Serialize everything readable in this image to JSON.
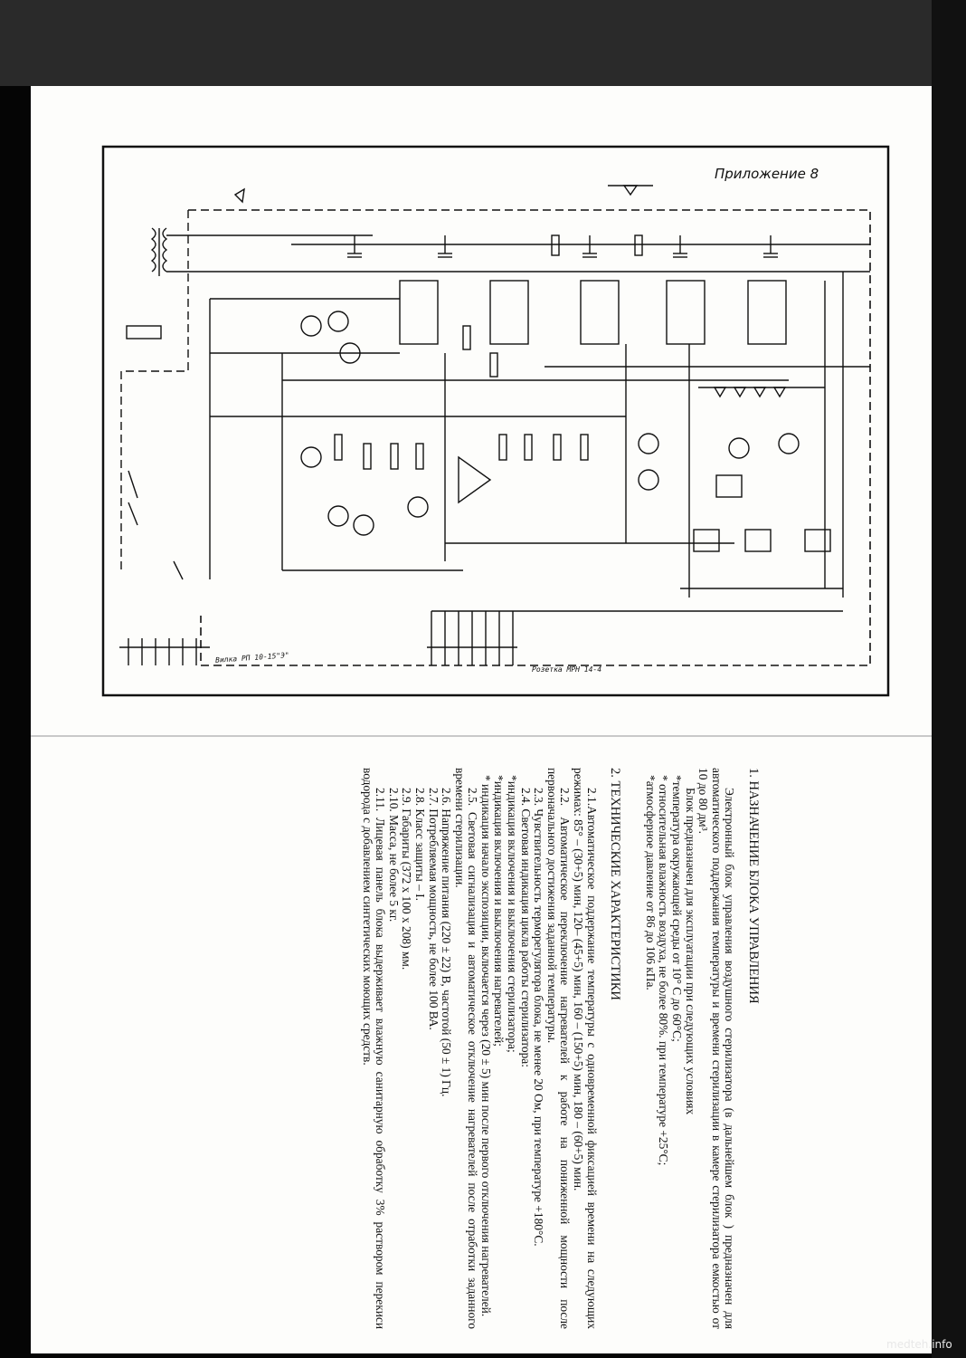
{
  "appendix_label": "Приложение 8",
  "connectors": {
    "x1": "Вилка РП 10-15\"Э\"",
    "x2": "Розетка МРН 14-4"
  },
  "section1": {
    "heading": "1. НАЗНАЧЕНИЕ БЛОКА УПРАВЛЕНИЯ",
    "para1": "Электронный блок управления воздушного стерилизатора (в дальнейшем блок ) предназначен для автоматического поддержания температуры и времени стерилизации в камере стерилизатора емкостью от 10 до 80 дм³.",
    "para2": "Блок предназначен для эксплуатации при следующих условиях",
    "cond1": "*температура окружающей среды от 10° С до 60°С;",
    "cond2": "* относительная влажность воздуха, не более 80%. при температуре +25°С;",
    "cond3": "*атмосферное давление от 86 до 106 кПа."
  },
  "section2": {
    "heading": "2. ТЕХНИЧЕСКИЕ ХАРАКТЕРИСТИКИ",
    "items": [
      "2.1.Автоматическое поддержание температуры с одновременной фиксацией времени на следующих режимах: 85° – (30+5) мин, 120– (45+5) мин, 160 – (150+5) мин, 180 – (60+5) мин.",
      "2.2. Автоматическое переключение нагревателей к работе на пониженной мощности после первоначального достижения заданной температуры.",
      "2.3. Чувствительность терморегулятора блока, не менее 20 Ом, при температуре +180°С.",
      "2.4. Световая индикация цикла работы стерилизатора:",
      "*индикация включения и выключения стерилизатора;",
      "*индикация включения и выключения нагревателей;",
      "* индикация начало экспозиции, включается через (20 ± 5) мин после первого отключения нагревателей.",
      "2.5. Световая сигнализация и автоматическое отключение нагревателей после отработки заданного времени стерилизации.",
      "2.6. Напряжение питания (220 ± 22) В, частотой (50 ± 1) Гц.",
      "2.7. Потребляемая мощность, не более 100 ВА.",
      "2.8. Класс защиты – I.",
      "2.9. Габариты (372 x 100 x 208) мм.",
      "2.10. Масса, не более 5 кг.",
      "2.11. Лицевая панель блока выдерживает влажную санитарную обработку 3% раствором перекиси водорода с добавлением синтетических моющих средств."
    ]
  },
  "watermark": "medteh.info"
}
